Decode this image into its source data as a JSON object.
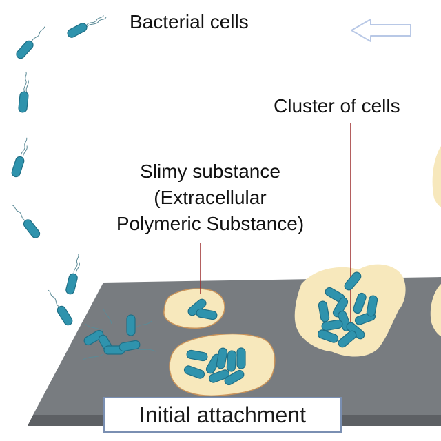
{
  "labels": {
    "bacterial_cells": "Bacterial cells",
    "cluster_of_cells": "Cluster of cells",
    "slimy_line1": "Slimy substance",
    "slimy_line2": "(Extracellular",
    "slimy_line3": "Polymeric Substance)",
    "stage_name": "Initial attachment"
  },
  "colors": {
    "bacterium": "#2f93ad",
    "bacterium_outline": "#1f6f86",
    "flagellum": "#5b8a96",
    "eps": "#f7e8bc",
    "eps_border": "#c9935a",
    "surface_top": "#787c80",
    "surface_edge": "#5d6064",
    "arrow": "#b8c8e6",
    "pointer_line": "#9b2a2a"
  },
  "icons": [
    "left-arrow-icon"
  ]
}
